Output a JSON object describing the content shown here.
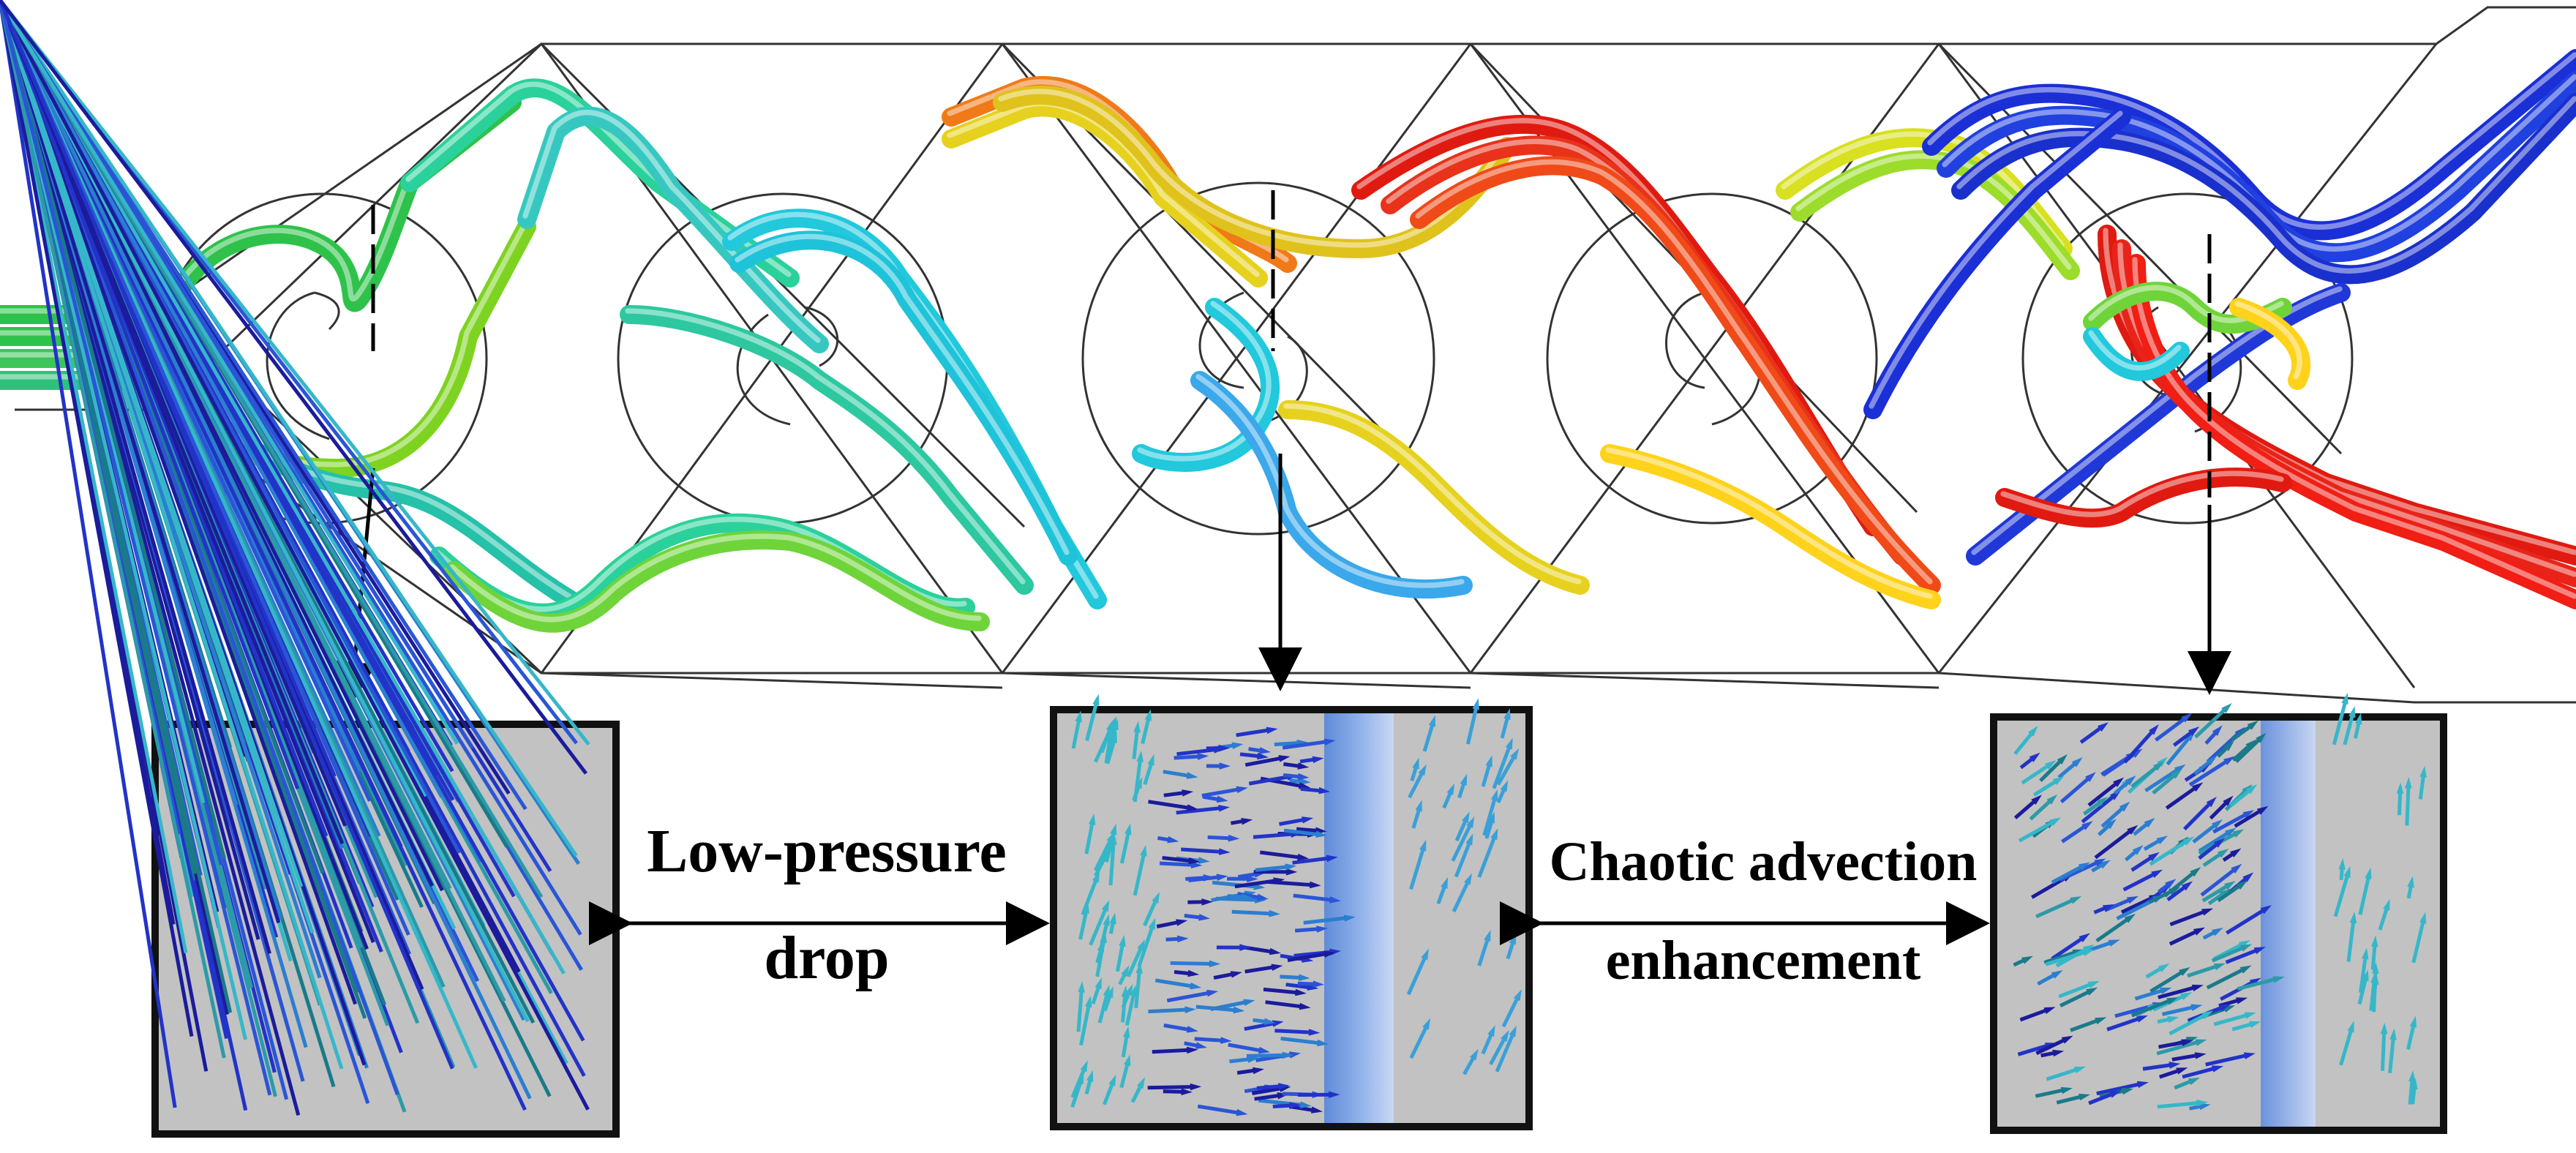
{
  "annotations": {
    "left_label_line1": "Low-pressure",
    "left_label_line2": "drop",
    "right_label_line1": "Chaotic advection",
    "right_label_line2": "enhancement"
  },
  "colors": {
    "inlet_green": "#2ec24a",
    "cyan": "#22c8dc",
    "yellow": "#e6d21e",
    "orange": "#f07a18",
    "red": "#e01a10",
    "blue": "#1a2fd6",
    "panel_gray": "#c2c2c2",
    "panel_border": "#111111",
    "vector_dark": "#1b1b9c",
    "vector_light": "#36b7c9"
  },
  "icons": [
    "arrow-down-icon",
    "double-arrow-icon"
  ]
}
